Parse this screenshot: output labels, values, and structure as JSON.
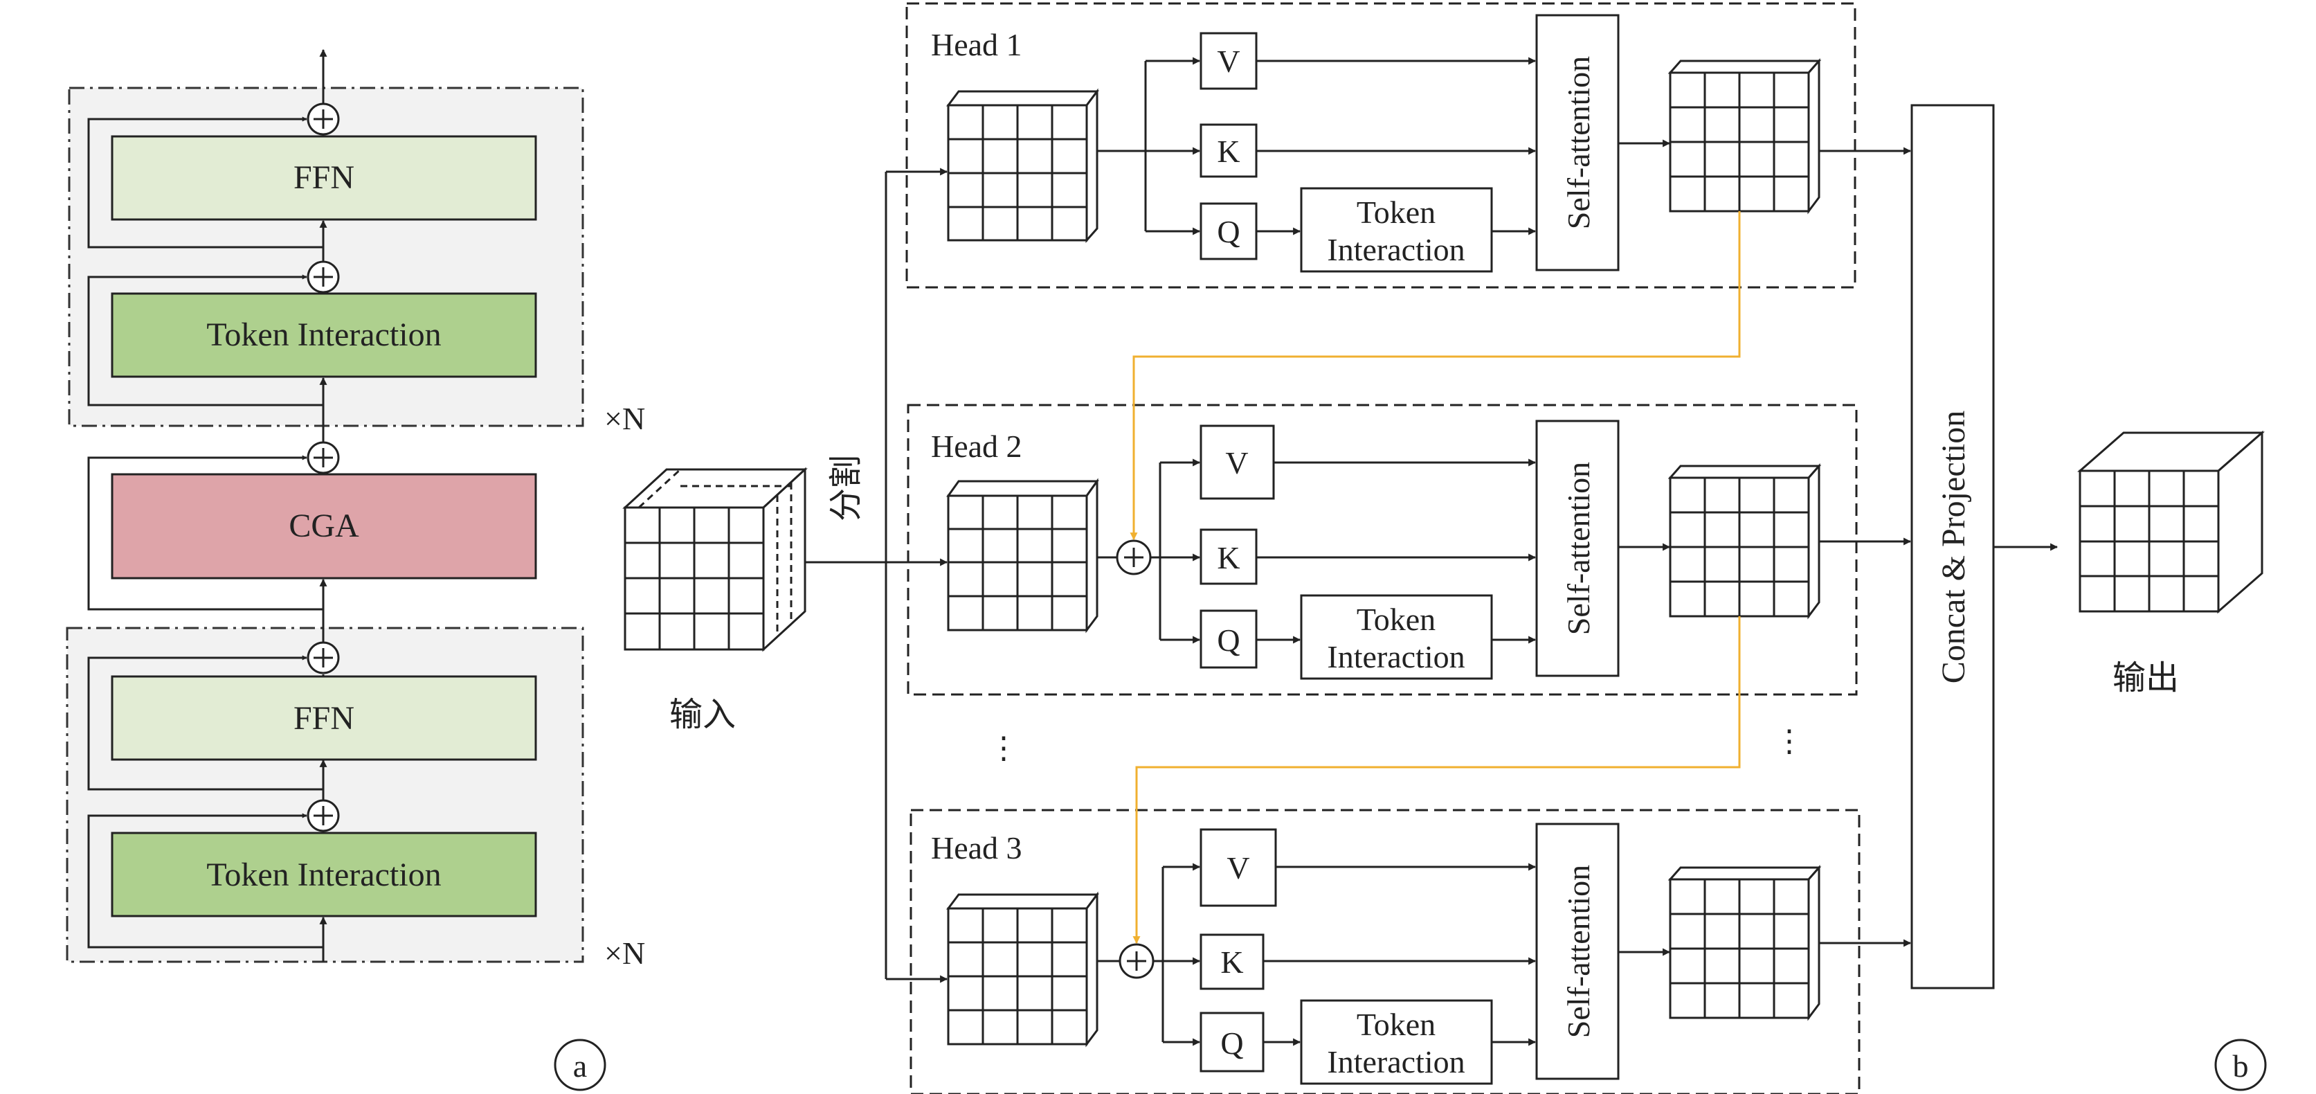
{
  "panel_a": {
    "blocks": {
      "ffn_top": "FFN",
      "token_interaction_top": "Token Interaction",
      "cga": "CGA",
      "ffn_bottom": "FFN",
      "token_interaction_bottom": "Token Interaction"
    },
    "repeat_top": "×N",
    "repeat_bottom": "×N",
    "panel_label": "a"
  },
  "panel_b": {
    "input_label": "输入",
    "split_label": "分割",
    "heads": [
      {
        "title": "Head 1",
        "v": "V",
        "k": "K",
        "q": "Q",
        "token_line1": "Token",
        "token_line2": "Interaction",
        "self_attention": "Self-attention"
      },
      {
        "title": "Head 2",
        "v": "V",
        "k": "K",
        "q": "Q",
        "token_line1": "Token",
        "token_line2": "Interaction",
        "self_attention": "Self-attention"
      },
      {
        "title": "Head 3",
        "v": "V",
        "k": "K",
        "q": "Q",
        "token_line1": "Token",
        "token_line2": "Interaction",
        "self_attention": "Self-attention"
      }
    ],
    "ellipsis_left": "⋮",
    "ellipsis_right": "⋮",
    "concat_label": "Concat & Projection",
    "output_label": "输出",
    "panel_label": "b"
  },
  "colors": {
    "ffn_fill": "#e2ecd4",
    "token_fill": "#aed08e",
    "cga_fill": "#dea4a9",
    "group_fill": "#f2f2f2",
    "connector_orange": "#f0b030",
    "line": "#222222"
  }
}
